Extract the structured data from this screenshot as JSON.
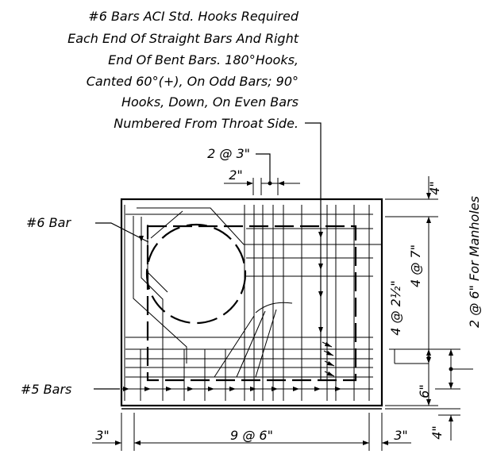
{
  "note": {
    "lines": [
      "#6 Bars ACI Std. Hooks Required",
      "Each End Of Straight Bars And Right",
      "End Of Bent Bars.  180°Hooks,",
      "Canted 60°(+), On Odd Bars;  90°",
      "Hooks, Down, On Even Bars",
      "Numbered From Throat Side."
    ]
  },
  "labels": {
    "spacing_top": "2 @ 3\"",
    "dim_top_2": "2\"",
    "bar6": "#6 Bar",
    "bar5": "#5 Bars",
    "right_top_4": "4\"",
    "right_4at7": "4 @ 7\"",
    "right_4at2half": "4 @ 2½\"",
    "right_6": "6\"",
    "right_bottom_4": "4\"",
    "manholes": "2 @ 6\" For Manholes",
    "bottom_left_3": "3\"",
    "bottom_9at6": "9 @ 6\"",
    "bottom_right_3": "3\""
  }
}
